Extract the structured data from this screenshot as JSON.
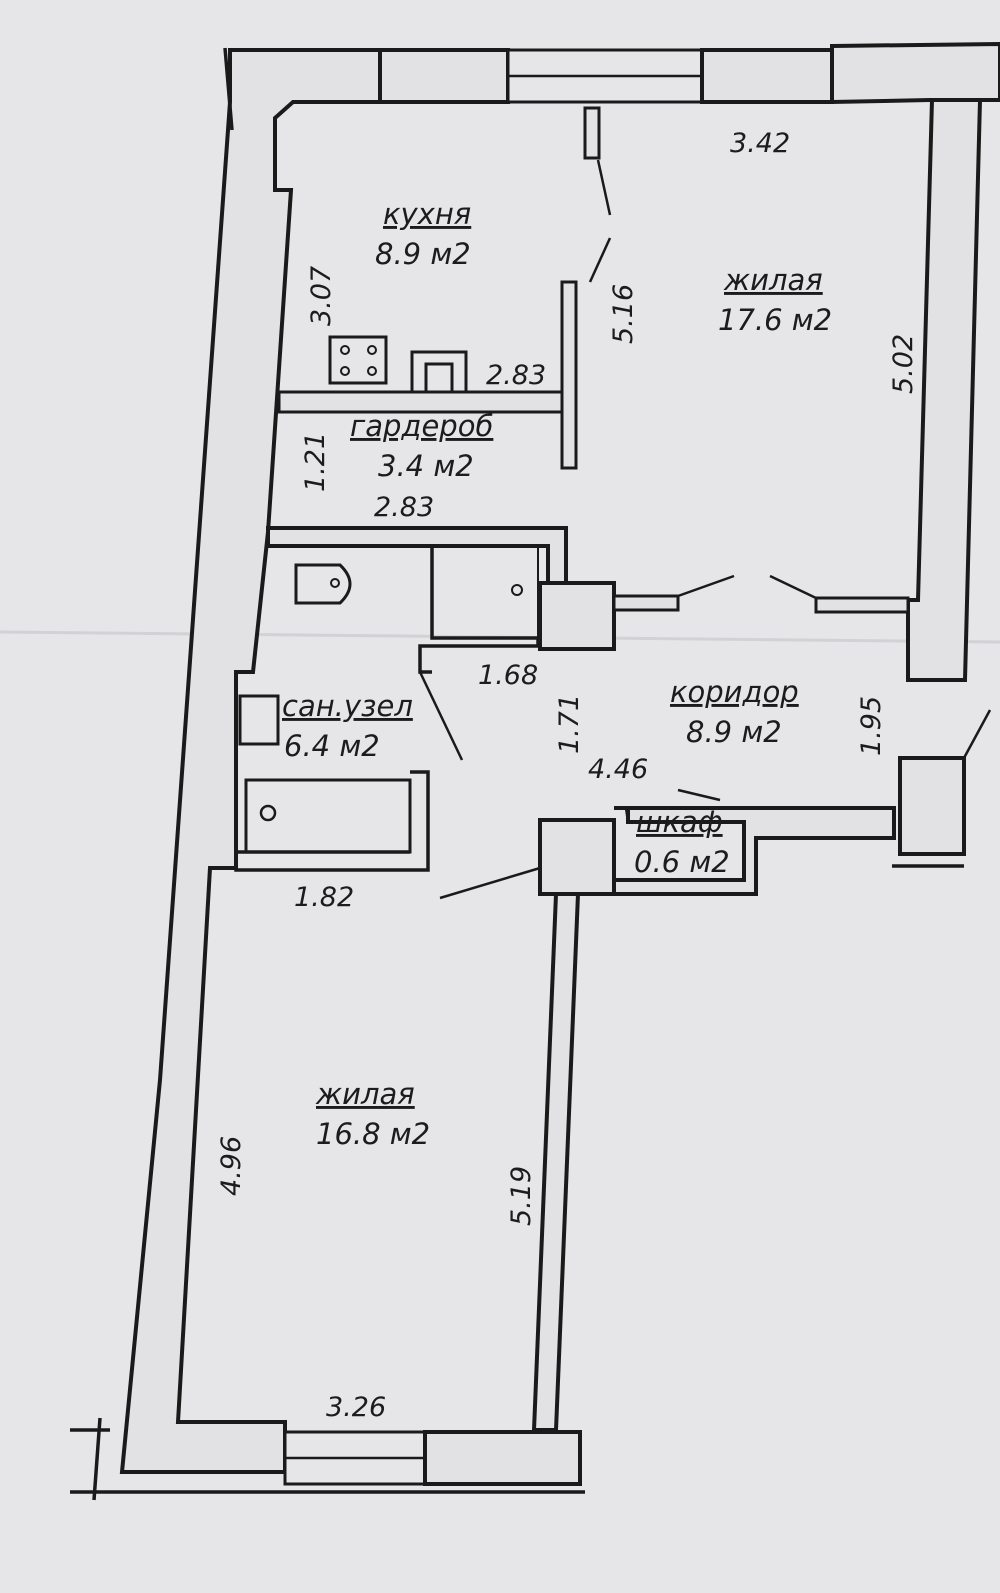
{
  "rooms": {
    "kitchen": {
      "name": "кухня",
      "area": "8.9 м2"
    },
    "living_top": {
      "name": "жилая",
      "area": "17.6 м2"
    },
    "wardrobe": {
      "name": "гардероб",
      "area": "3.4 м2"
    },
    "bathroom": {
      "name": "сан.узел",
      "area": "6.4 м2"
    },
    "corridor": {
      "name": "коридор",
      "area": "8.9 м2"
    },
    "closet": {
      "name": "шкаф",
      "area": "0.6 м2"
    },
    "living_bottom": {
      "name": "жилая",
      "area": "16.8 м2"
    }
  },
  "dimensions": {
    "kitchen_height": "3.07",
    "kitchen_width": "2.83",
    "living_top_width": "3.42",
    "living_top_left_depth": "5.16",
    "living_top_right_depth": "5.02",
    "wardrobe_height": "1.21",
    "wardrobe_width": "2.83",
    "bath_partition": "1.68",
    "corridor_height_left": "1.71",
    "corridor_length": "4.46",
    "corridor_height_right": "1.95",
    "bath_width": "1.82",
    "living_bottom_left_depth": "4.96",
    "living_bottom_right_depth": "5.19",
    "living_bottom_width": "3.26"
  }
}
